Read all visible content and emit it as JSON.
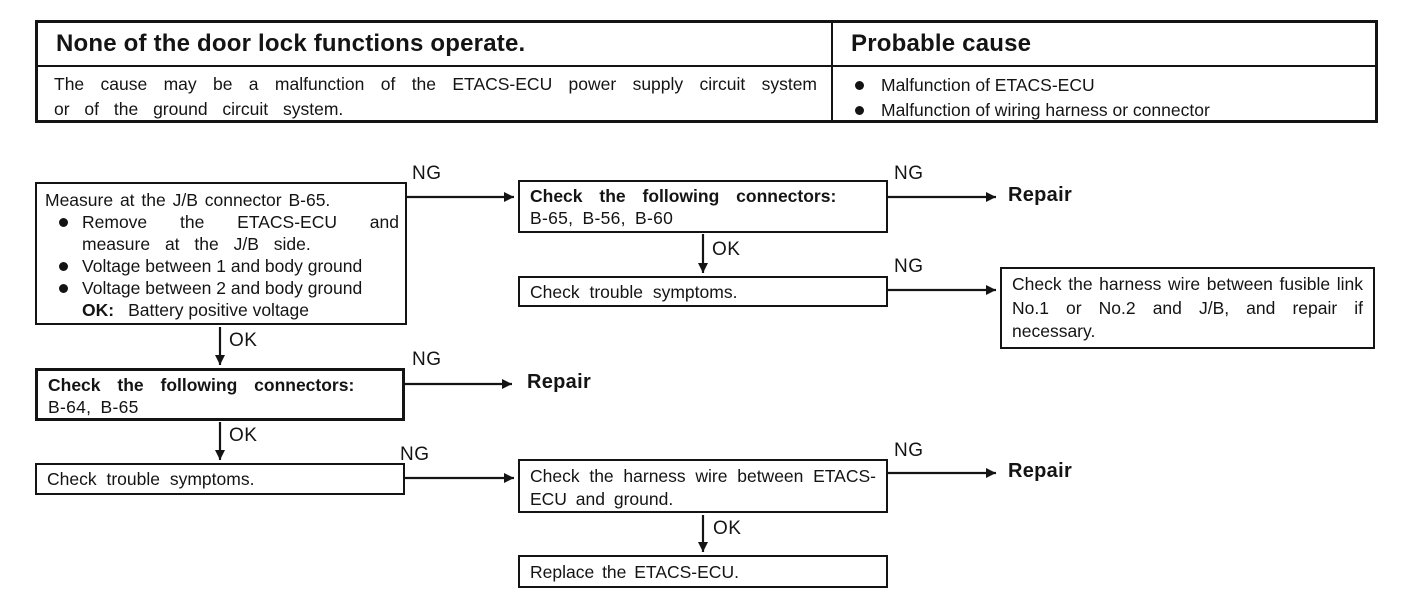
{
  "header": {
    "problem": "None of the door lock functions operate.",
    "probable_cause_title": "Probable cause",
    "description": "The cause may be a malfunction of the ETACS-ECU power supply circuit system or of the ground circuit system.",
    "probable_causes": [
      "Malfunction of ETACS-ECU",
      "Malfunction of wiring harness or connector"
    ]
  },
  "flowchart": {
    "labels": {
      "ng": "NG",
      "ok": "OK",
      "repair": "Repair"
    },
    "measure_box": {
      "title": "Measure at the J/B connector B-65.",
      "bullets": [
        "Remove the ETACS-ECU and measure at the J/B side.",
        "Voltage between 1 and body ground",
        "Voltage between 2 and body ground"
      ],
      "ok_label": "OK:",
      "ok_value": "Battery positive voltage"
    },
    "connectors_top_box": {
      "title": "Check the following connectors:",
      "connectors": "B-65, B-56, B-60"
    },
    "trouble_symptoms_top_box": {
      "text": "Check trouble symptoms."
    },
    "fusible_link_box": {
      "text": "Check the harness wire between fusible link No.1 or No.2 and J/B, and repair if necessary."
    },
    "connectors_left_box": {
      "title": "Check the following connectors:",
      "connectors": "B-64, B-65"
    },
    "trouble_symptoms_left_box": {
      "text": "Check trouble symptoms."
    },
    "harness_ground_box": {
      "text": "Check the harness wire between ETACS-ECU and ground."
    },
    "replace_box": {
      "text": "Replace the ETACS-ECU."
    }
  }
}
